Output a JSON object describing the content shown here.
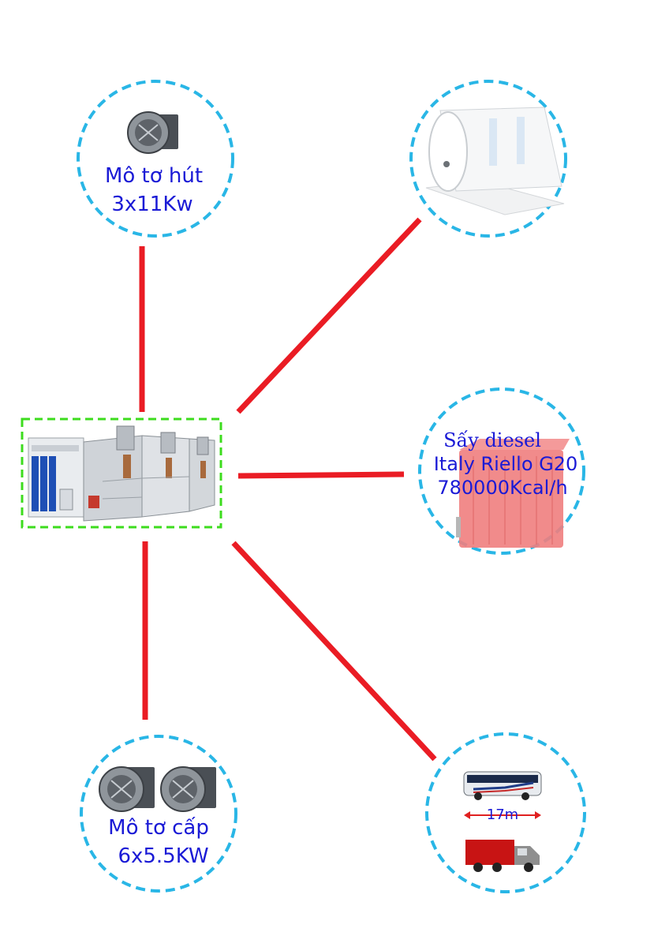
{
  "colors": {
    "connector": "#ea1c24",
    "circle_border": "#29b6e6",
    "center_border": "#3ddc1e",
    "label_text": "#1a1ad6"
  },
  "center": {
    "name": "paint booth"
  },
  "nodes": {
    "exhaust_motor": {
      "line1": "Mô tơ hút",
      "line2": "3x11Kw"
    },
    "filter_roll": {
      "name": "filter roll"
    },
    "burner": {
      "line1": "Sấy diesel",
      "line2": "Italy Riello G20",
      "line3": "780000Kcal/h"
    },
    "supply_motor": {
      "line1": "Mô tơ cấp",
      "line2": "6x5.5KW"
    },
    "vehicles": {
      "length": "17m"
    }
  }
}
